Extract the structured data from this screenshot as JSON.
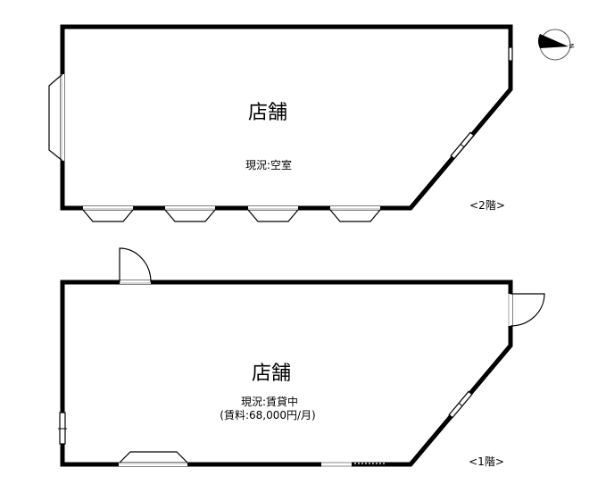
{
  "compass": {
    "label": "N",
    "icon": "north-arrow-icon"
  },
  "floor2": {
    "floor_label": "<2階>",
    "room_name": "店舗",
    "status": "現況:空室"
  },
  "floor1": {
    "floor_label": "<1階>",
    "room_name": "店舗",
    "status": "現況:賃貸中",
    "rent": "(賃料:68,000円/月)"
  }
}
